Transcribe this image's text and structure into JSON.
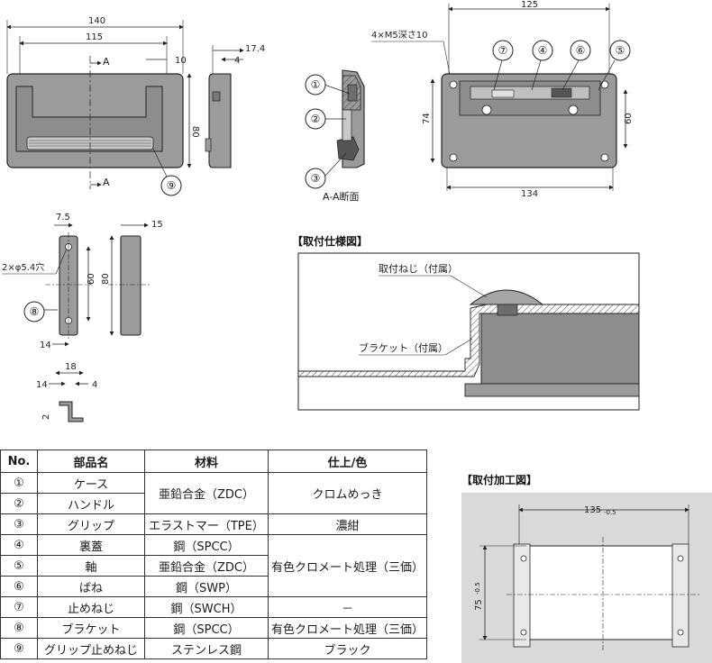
{
  "front_view": {
    "dims": {
      "w140": "140",
      "w115": "115",
      "h80": "80",
      "sec_a": "A",
      "sec_a2": "A",
      "c9": "⑨"
    }
  },
  "side_view": {
    "dims": {
      "d10": "10",
      "d17": "17.4",
      "d4": "4"
    }
  },
  "section_view": {
    "callouts": [
      "①",
      "②",
      "③"
    ],
    "caption": "A-A断面"
  },
  "back_view": {
    "dims": {
      "w125": "125",
      "w134": "134",
      "h74": "74",
      "h60": "60",
      "tap": "4×M5深さ10"
    },
    "callouts": [
      "⑦",
      "④",
      "⑥",
      "⑤"
    ]
  },
  "bracket_view": {
    "dims": {
      "d7_5": "7.5",
      "d15": "15",
      "holes": "2×φ5.4穴",
      "h60": "60",
      "h80": "80",
      "d14": "14"
    },
    "callout": "⑧"
  },
  "bracket_detail": {
    "dims": {
      "d18": "18",
      "d14": "14",
      "d4": "4",
      "d2": "2"
    }
  },
  "mounting_spec": {
    "title": "【取付仕様図】",
    "screw_label": "取付ねじ（付属）",
    "bracket_label": "ブラケット（付属）"
  },
  "cutout": {
    "title": "【取付加工図】",
    "w": "135",
    "w_tol": "-0.5",
    "h": "75",
    "h_tol": "-0.5"
  },
  "parts_table": {
    "headers": {
      "no": "No.",
      "name": "部品名",
      "material": "材料",
      "finish": "仕上/色"
    },
    "rows": [
      {
        "no": "①",
        "name": "ケース",
        "material": "亜鉛合金（ZDC）",
        "finish": "クロムめっき"
      },
      {
        "no": "②",
        "name": "ハンドル"
      },
      {
        "no": "③",
        "name": "グリップ",
        "material": "エラストマー（TPE）",
        "finish": "濃紺"
      },
      {
        "no": "④",
        "name": "裏蓋",
        "material": "鋼（SPCC）"
      },
      {
        "no": "⑤",
        "name": "軸",
        "material": "亜鉛合金（ZDC）",
        "finish": "有色クロメート処理（三価）"
      },
      {
        "no": "⑥",
        "name": "ばね",
        "material": "鋼（SWP）"
      },
      {
        "no": "⑦",
        "name": "止めねじ",
        "material": "鋼（SWCH）",
        "finish": "－"
      },
      {
        "no": "⑧",
        "name": "ブラケット",
        "material": "鋼（SPCC）",
        "finish": "有色クロメート処理（三価）"
      },
      {
        "no": "⑨",
        "name": "グリップ止めねじ",
        "material": "ステンレス鋼",
        "finish": "ブラック"
      }
    ]
  }
}
